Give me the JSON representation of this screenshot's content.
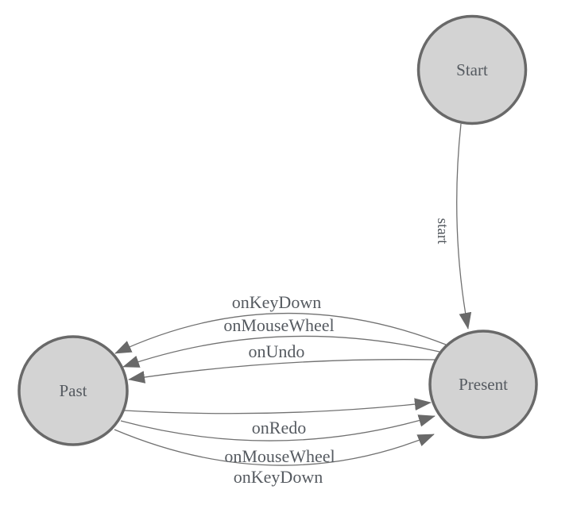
{
  "diagram": {
    "title": "undo-redo state diagram",
    "background": "#ffffff",
    "colors": {
      "node_fill": "#d3d3d3",
      "node_border": "#696969",
      "edge_line": "#717171",
      "arrowhead": "#696969",
      "label_text": "#555a60"
    },
    "nodes": [
      {
        "id": "start",
        "label": "Start"
      },
      {
        "id": "present",
        "label": "Present"
      },
      {
        "id": "past",
        "label": "Past"
      }
    ],
    "edges": [
      {
        "from": "start",
        "to": "present",
        "label": "start"
      },
      {
        "from": "present",
        "to": "past",
        "label": "onKeyDown"
      },
      {
        "from": "present",
        "to": "past",
        "label": "onMouseWheel"
      },
      {
        "from": "present",
        "to": "past",
        "label": "onUndo"
      },
      {
        "from": "past",
        "to": "present",
        "label": "onRedo"
      },
      {
        "from": "past",
        "to": "present",
        "label": "onMouseWheel"
      },
      {
        "from": "past",
        "to": "present",
        "label": "onKeyDown"
      }
    ]
  }
}
